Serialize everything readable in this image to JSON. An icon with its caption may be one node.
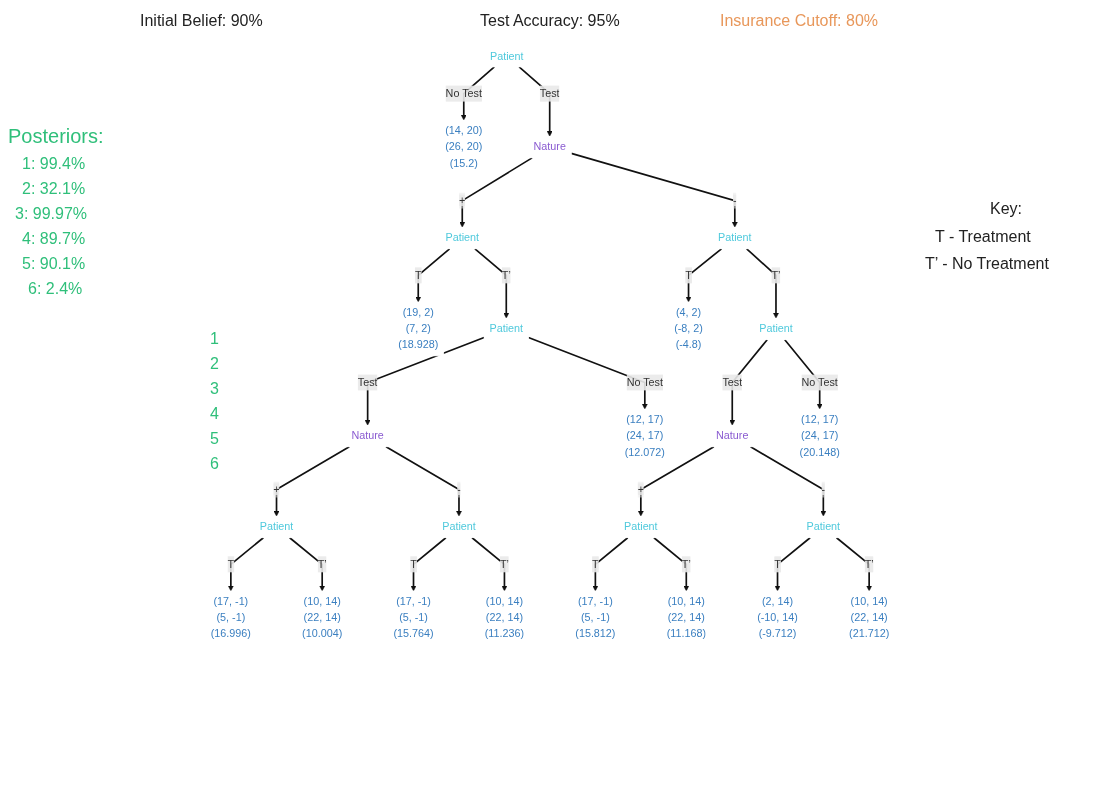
{
  "diagram": {
    "nodes": [
      {
        "text": [
          "Patient"
        ]
      },
      {
        "text": [
          "(14, 20)",
          "(26, 20)",
          "(15.2)"
        ]
      },
      {
        "text": [
          "Nature"
        ]
      },
      {
        "text": [
          "Patient"
        ]
      },
      {
        "text": [
          "Patient"
        ]
      },
      {
        "text": [
          "(19, 2)",
          "(7, 2)",
          "(18.928)"
        ]
      },
      {
        "text": [
          "Patient"
        ]
      },
      {
        "text": [
          "(4, 2)",
          "(-8, 2)",
          "(-4.8)"
        ]
      },
      {
        "text": [
          "Patient"
        ]
      },
      {
        "text": [
          "Nature"
        ]
      },
      {
        "text": [
          "(12, 17)",
          "(24, 17)",
          "(12.072)"
        ]
      },
      {
        "text": [
          "Nature"
        ]
      },
      {
        "text": [
          "(12, 17)",
          "(24, 17)",
          "(20.148)"
        ]
      },
      {
        "text": [
          "Patient"
        ]
      },
      {
        "text": [
          "Patient"
        ]
      },
      {
        "text": [
          "Patient"
        ]
      },
      {
        "text": [
          "Patient"
        ]
      },
      {
        "text": [
          "(17, -1)",
          "(5, -1)",
          "(16.996)"
        ]
      },
      {
        "text": [
          "(10, 14)",
          "(22, 14)",
          "(10.004)"
        ]
      },
      {
        "text": [
          "(17, -1)",
          "(5, -1)",
          "(15.764)"
        ]
      },
      {
        "text": [
          "(10, 14)",
          "(22, 14)",
          "(11.236)"
        ]
      },
      {
        "text": [
          "(17, -1)",
          "(5, -1)",
          "(15.812)"
        ]
      },
      {
        "text": [
          "(10, 14)",
          "(22, 14)",
          "(11.168)"
        ]
      },
      {
        "text": [
          "(2, 14)",
          "(-10, 14)",
          "(-9.712)"
        ]
      },
      {
        "text": [
          "(10, 14)",
          "(22, 14)",
          "(21.712)"
        ]
      }
    ],
    "edges": [
      {
        "from": 0,
        "to": 1,
        "label": "No Test",
        "arrow": "to"
      },
      {
        "from": 0,
        "to": 2,
        "label": "Test",
        "arrow": "to"
      },
      {
        "from": 2,
        "to": 3,
        "label": "+",
        "arrow": "to"
      },
      {
        "from": 2,
        "to": 4,
        "label": "-",
        "arrow": "to"
      },
      {
        "from": 3,
        "to": 5,
        "label": "T",
        "arrow": "to"
      },
      {
        "from": 3,
        "to": 6,
        "label": "T’",
        "arrow": "to"
      },
      {
        "from": 4,
        "to": 7,
        "label": "T",
        "arrow": "to"
      },
      {
        "from": 4,
        "to": 8,
        "label": "T’",
        "arrow": "to"
      },
      {
        "from": 6,
        "to": 9,
        "label": "Test",
        "arrow": "to"
      },
      {
        "from": 6,
        "to": 10,
        "label": "No Test",
        "arrow": "to"
      },
      {
        "from": 8,
        "to": 11,
        "label": "Test",
        "arrow": "to"
      },
      {
        "from": 8,
        "to": 12,
        "label": "No Test",
        "arrow": "to"
      },
      {
        "from": 9,
        "to": 13,
        "label": "+",
        "arrow": "to"
      },
      {
        "from": 9,
        "to": 14,
        "label": "-",
        "arrow": "to"
      },
      {
        "from": 11,
        "to": 15,
        "label": "+",
        "arrow": "to"
      },
      {
        "from": 11,
        "to": 16,
        "label": "-",
        "arrow": "to"
      },
      {
        "from": 13,
        "to": 17,
        "label": "T",
        "arrow": "to"
      },
      {
        "from": 13,
        "to": 18,
        "label": "T’",
        "arrow": "to"
      },
      {
        "from": 14,
        "to": 19,
        "label": "T",
        "arrow": "to"
      },
      {
        "from": 14,
        "to": 20,
        "label": "T’",
        "arrow": "to"
      },
      {
        "from": 15,
        "to": 21,
        "label": "T",
        "arrow": "to"
      },
      {
        "from": 15,
        "to": 22,
        "label": "T’",
        "arrow": "to"
      },
      {
        "from": 16,
        "to": 23,
        "label": "T",
        "arrow": "to"
      },
      {
        "from": 16,
        "to": 24,
        "label": "T’",
        "arrow": "to"
      }
    ],
    "labels": [
      "Initial Belief: 90%",
      "Test Accuracy: 95%",
      "Insurance Cutoff: 80%",
      "Posteriors:",
      "1: 99.4%",
      "2: 32.1%",
      "3: 99.97%",
      "4: 89.7%",
      "5: 90.1%",
      "6: 2.4%",
      "Key:",
      "T - Treatment",
      "T’ - No Treatment",
      "1",
      "2",
      "3",
      "4",
      "5",
      "6"
    ]
  }
}
